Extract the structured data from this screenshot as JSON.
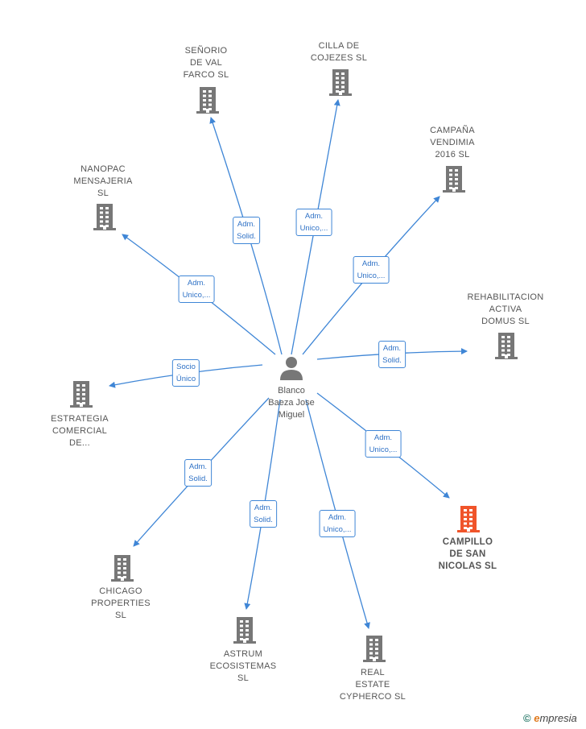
{
  "center": {
    "name": "Blanco\nBaeza Jose\nMiguel"
  },
  "colors": {
    "edge": "#3f86d6",
    "building": "#777777",
    "building_highlight": "#f0542a",
    "person": "#777777"
  },
  "nodes": [
    {
      "id": "senorio",
      "label": "SEÑORIO\nDE VAL\nFARCO  SL",
      "highlight": false
    },
    {
      "id": "cilla",
      "label": "CILLA DE\nCOJEZES  SL",
      "highlight": false
    },
    {
      "id": "campana",
      "label": "CAMPAÑA\nVENDIMIA\n2016  SL",
      "highlight": false
    },
    {
      "id": "nanopac",
      "label": "NANOPAC\nMENSAJERIA\nSL",
      "highlight": false
    },
    {
      "id": "rehab",
      "label": "REHABILITACION\nACTIVA\nDOMUS  SL",
      "highlight": false
    },
    {
      "id": "estrategia",
      "label": "ESTRATEGIA\nCOMERCIAL\nDE...",
      "highlight": false
    },
    {
      "id": "campillo",
      "label": "CAMPILLO\nDE SAN\nNICOLAS  SL",
      "highlight": true
    },
    {
      "id": "chicago",
      "label": "CHICAGO\nPROPERTIES\nSL",
      "highlight": false
    },
    {
      "id": "astrum",
      "label": "ASTRUM\nECOSISTEMAS\nSL",
      "highlight": false
    },
    {
      "id": "real",
      "label": "REAL\nESTATE\nCYPHERCO  SL",
      "highlight": false
    }
  ],
  "edges": [
    {
      "to": "senorio",
      "label": "Adm.\nSolid."
    },
    {
      "to": "cilla",
      "label": "Adm.\nUnico,..."
    },
    {
      "to": "campana",
      "label": "Adm.\nUnico,..."
    },
    {
      "to": "nanopac",
      "label": "Adm.\nUnico,..."
    },
    {
      "to": "rehab",
      "label": "Adm.\nSolid."
    },
    {
      "to": "estrategia",
      "label": "Socio\nÚnico"
    },
    {
      "to": "campillo",
      "label": "Adm.\nUnico,..."
    },
    {
      "to": "chicago",
      "label": "Adm.\nSolid."
    },
    {
      "to": "astrum",
      "label": "Adm.\nSolid."
    },
    {
      "to": "real",
      "label": "Adm.\nUnico,..."
    }
  ],
  "brand": {
    "copyright": "©",
    "e": "e",
    "rest": "mpresia"
  }
}
